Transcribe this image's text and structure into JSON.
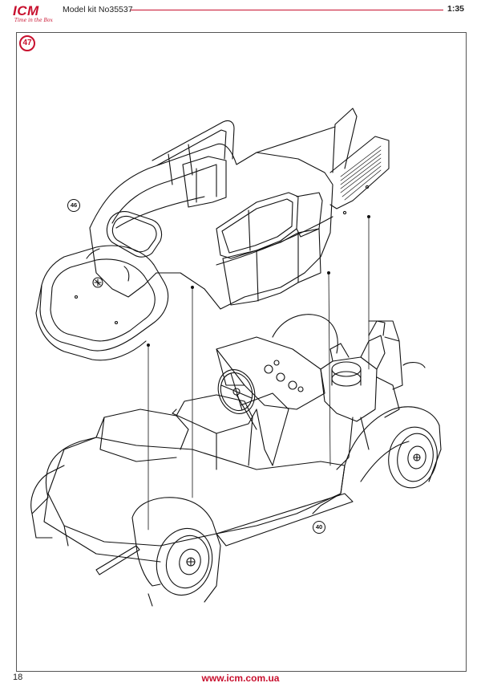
{
  "header": {
    "logo_text": "ICM",
    "logo_tagline": "Time in the Box",
    "model_label": "Model kit No35537",
    "scale": "1:35",
    "accent_color": "#c8102e"
  },
  "instruction": {
    "step_number": "47",
    "part_callouts": [
      "46",
      "40"
    ]
  },
  "footer": {
    "page_number": "18",
    "website": "www.icm.com.ua"
  }
}
